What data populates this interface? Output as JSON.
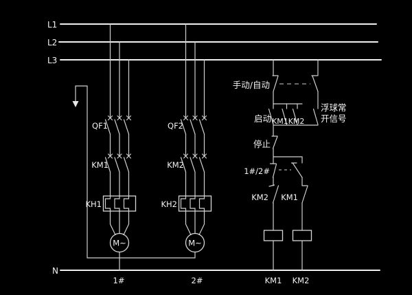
{
  "colors": {
    "background": "#000000",
    "wire": "#cfcfcf",
    "rail": "#efefef",
    "text": "#f2f2f2"
  },
  "rails": {
    "l1": "L1",
    "l2": "L2",
    "l3": "L3",
    "neutral": "N"
  },
  "motor_branches": [
    {
      "breaker": "QF1",
      "contactor": "KM1",
      "thermal_relay": "KH1",
      "motor": "M~",
      "tag": "1#"
    },
    {
      "breaker": "QF2",
      "contactor": "KM2",
      "thermal_relay": "KH2",
      "motor": "M~",
      "tag": "2#"
    }
  ],
  "control_circuit": {
    "mode_switch": "手动/自动",
    "start_button": "启动",
    "seal_in_contacts": "KM1KM2",
    "float_signal_line1": "浮球常",
    "float_signal_line2": "开信号",
    "stop_button": "停止",
    "pump_selector": "1#/2#",
    "interlock_left": "KM2",
    "interlock_right": "KM1",
    "coil_left_tag": "KM1",
    "coil_right_tag": "KM2"
  }
}
